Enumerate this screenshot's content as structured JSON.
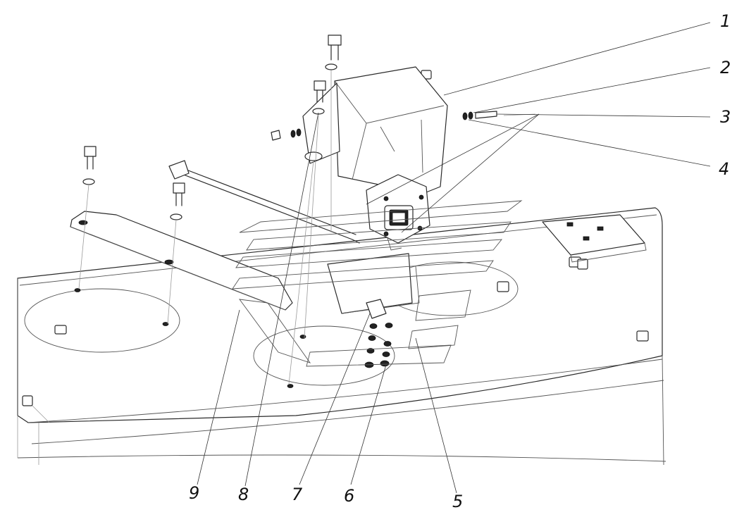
{
  "diagram": {
    "callouts": [
      {
        "id": "1",
        "label": "1"
      },
      {
        "id": "2",
        "label": "2"
      },
      {
        "id": "3",
        "label": "3"
      },
      {
        "id": "4",
        "label": "4"
      },
      {
        "id": "5",
        "label": "5"
      },
      {
        "id": "6",
        "label": "6"
      },
      {
        "id": "7",
        "label": "7"
      },
      {
        "id": "8",
        "label": "8"
      },
      {
        "id": "9",
        "label": "9"
      }
    ],
    "colors": {
      "line": "#2a2a2a",
      "faint": "#9a9a9a",
      "background": "#ffffff"
    }
  }
}
